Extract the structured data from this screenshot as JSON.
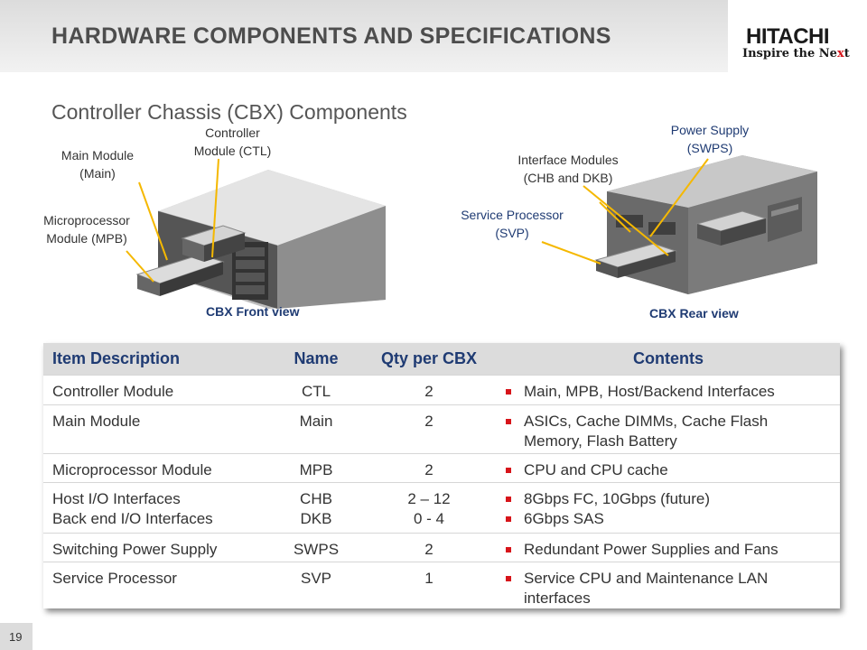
{
  "header": {
    "title": "HARDWARE COMPONENTS AND SPECIFICATIONS"
  },
  "logo": {
    "name": "HITACHI",
    "tagline_start": "Inspire the Ne",
    "tagline_accent": "x",
    "tagline_end": "t"
  },
  "subtitle": "Controller Chassis (CBX) Components",
  "callouts": {
    "main": [
      "Main Module",
      "(Main)"
    ],
    "ctl": [
      "Controller",
      "Module (CTL)"
    ],
    "mpb": [
      "Microprocessor",
      "Module (MPB)"
    ],
    "svp": [
      "Service Processor",
      "(SVP)"
    ],
    "iface": [
      "Interface Modules",
      "(CHB and DKB)"
    ],
    "swps": [
      "Power Supply",
      "(SWPS)"
    ]
  },
  "views": {
    "front": "CBX Front view",
    "rear": "CBX Rear view"
  },
  "table": {
    "headers": [
      "Item Description",
      "Name",
      "Qty per CBX",
      "Contents"
    ],
    "rows": [
      {
        "desc": [
          "Controller Module"
        ],
        "name": [
          "CTL"
        ],
        "qty": [
          "2"
        ],
        "contents": [
          "Main, MPB, Host/Backend Interfaces"
        ]
      },
      {
        "desc": [
          "Main Module"
        ],
        "name": [
          "Main"
        ],
        "qty": [
          "2"
        ],
        "contents": [
          "ASICs, Cache DIMMs, Cache Flash Memory, Flash Battery"
        ]
      },
      {
        "desc": [
          "Microprocessor Module"
        ],
        "name": [
          "MPB"
        ],
        "qty": [
          "2"
        ],
        "contents": [
          "CPU and CPU cache"
        ]
      },
      {
        "desc": [
          "Host I/O Interfaces",
          "Back end I/O Interfaces"
        ],
        "name": [
          "CHB",
          "DKB"
        ],
        "qty": [
          "2 – 12",
          "0 - 4"
        ],
        "contents": [
          "8Gbps FC, 10Gbps (future)",
          "6Gbps SAS"
        ]
      },
      {
        "desc": [
          "Switching Power Supply"
        ],
        "name": [
          "SWPS"
        ],
        "qty": [
          "2"
        ],
        "contents": [
          "Redundant Power Supplies and Fans"
        ]
      },
      {
        "desc": [
          "Service Processor"
        ],
        "name": [
          "SVP"
        ],
        "qty": [
          "1"
        ],
        "contents": [
          "Service CPU and  Maintenance LAN interfaces"
        ]
      }
    ]
  },
  "page_number": "19"
}
